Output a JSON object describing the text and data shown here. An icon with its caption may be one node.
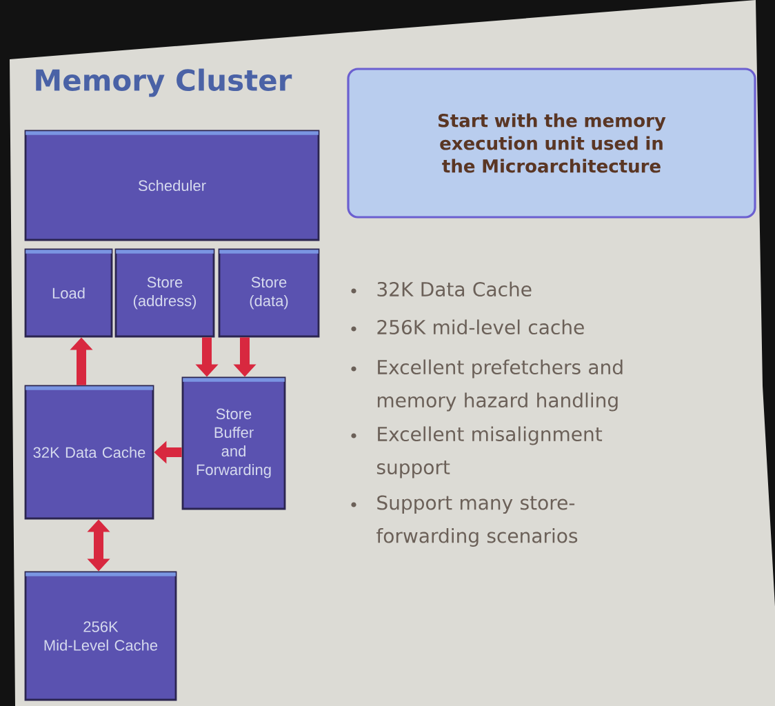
{
  "diagram": {
    "title": "Memory Cluster",
    "nodes": [
      {
        "text": [
          "Scheduler"
        ]
      },
      {
        "text": [
          "Load"
        ]
      },
      {
        "text": [
          "Store (address)"
        ]
      },
      {
        "text": [
          "Store (data)"
        ]
      },
      {
        "text": [
          "32K Data Cache"
        ]
      },
      {
        "text": [
          "Store Buffer and Forwarding"
        ]
      },
      {
        "text": [
          "256K Mid-Level Cache"
        ]
      },
      {
        "text": [
          "Start with the memory execution unit used in the Microarchitecture"
        ]
      }
    ],
    "edges": [
      {
        "from": 4,
        "to": 1,
        "arrow": "to"
      },
      {
        "from": 2,
        "to": 5,
        "arrow": "to"
      },
      {
        "from": 3,
        "to": 5,
        "arrow": "to"
      },
      {
        "from": 5,
        "to": 4,
        "arrow": "to"
      },
      {
        "from": 4,
        "to": 6,
        "arrow": "both"
      }
    ],
    "labels": [
      "32K Data Cache",
      "256K mid-level cache",
      "Excellent prefetchers and memory hazard handling",
      "Excellent misalignment support",
      "Support many store-forwarding scenarios"
    ]
  }
}
